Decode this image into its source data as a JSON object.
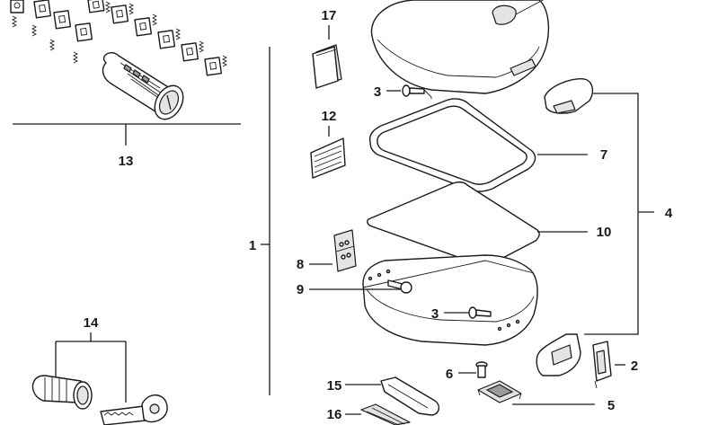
{
  "callouts": {
    "c1": "1",
    "c2": "2",
    "c3a": "3",
    "c3b": "3",
    "c4": "4",
    "c5": "5",
    "c6": "6",
    "c7": "7",
    "c8": "8",
    "c9": "9",
    "c10": "10",
    "c12": "12",
    "c13": "13",
    "c14": "14",
    "c15": "15",
    "c16": "16",
    "c17": "17"
  },
  "colors": {
    "ink": "#1a1a1a",
    "paper": "#ffffff",
    "shade": "#e4e4e4"
  }
}
